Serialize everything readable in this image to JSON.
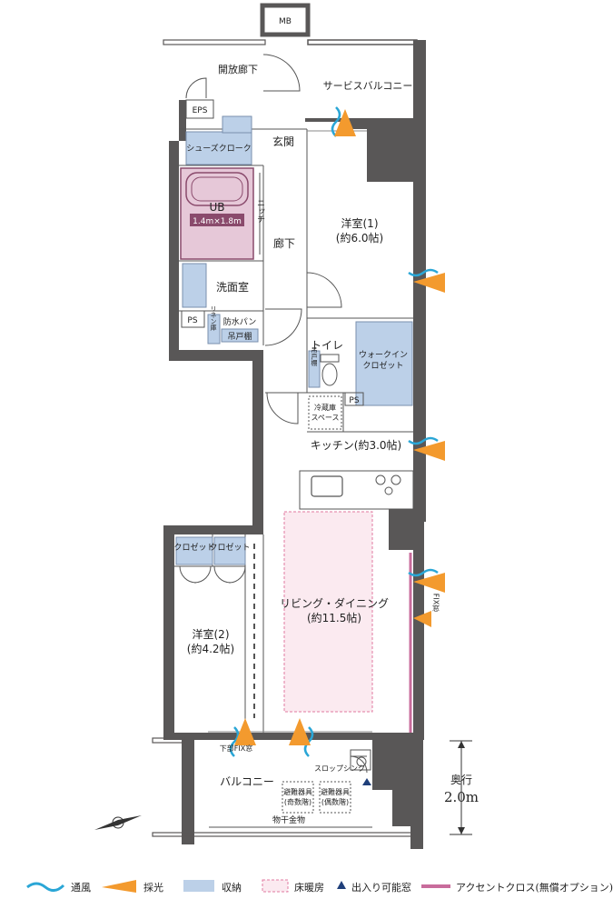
{
  "rooms": {
    "mb": "MB",
    "open_corridor": "開放廊下",
    "eps": "EPS",
    "service_balcony": "サービスバルコニー",
    "shoes_closet": "シューズクローク",
    "entrance": "玄関",
    "ub": "UB",
    "ub_size": "1.4m×1.8m",
    "niche": "ニッチ",
    "hallway": "廊下",
    "western1_name": "洋室(1)",
    "western1_size": "(約6.0帖)",
    "washroom": "洗面室",
    "ps1": "PS",
    "linen": "リネン庫",
    "waterproof_pan": "防水パン",
    "hanging_shelf1": "吊戸棚",
    "toilet": "トイレ",
    "hanging_shelf2": "吊戸棚",
    "walkin_closet_1": "ウォークイン",
    "walkin_closet_2": "クロゼット",
    "ps2": "PS",
    "fridge_1": "冷蔵庫",
    "fridge_2": "スペース",
    "kitchen": "キッチン(約3.0帖)",
    "closet_a": "クロゼット",
    "closet_b": "クロゼット",
    "living_name": "リビング・ダイニング",
    "living_size": "(約11.5帖)",
    "western2_name": "洋室(2)",
    "western2_size": "(約4.2帖)",
    "fix_window": "FIX窓",
    "lower_fix_window": "下部FIX窓",
    "slop_sink": "スロップシンク",
    "balcony": "バルコニー",
    "evac_1a": "避難器具",
    "evac_1b": "(奇数階)",
    "evac_2a": "避難器具",
    "evac_2b": "(偶数階)",
    "clothes_dryer": "物干金物"
  },
  "dimension": {
    "label": "奥行",
    "value": "2.0m"
  },
  "legend": {
    "ventilation": "通風",
    "daylight": "採光",
    "storage": "収納",
    "floor_heating": "床暖房",
    "accessible_window": "出入り可能窓",
    "accent_cloth": "アクセントクロス(無償オプション)"
  },
  "colors": {
    "wall": "#595757",
    "storage": "#bcd0e8",
    "bath": "#e6c8d8",
    "floor_heating": "#e27aa0",
    "ventilation": "#2aa6d6",
    "daylight": "#f39a2e",
    "accent_cloth": "#c86c9c"
  }
}
